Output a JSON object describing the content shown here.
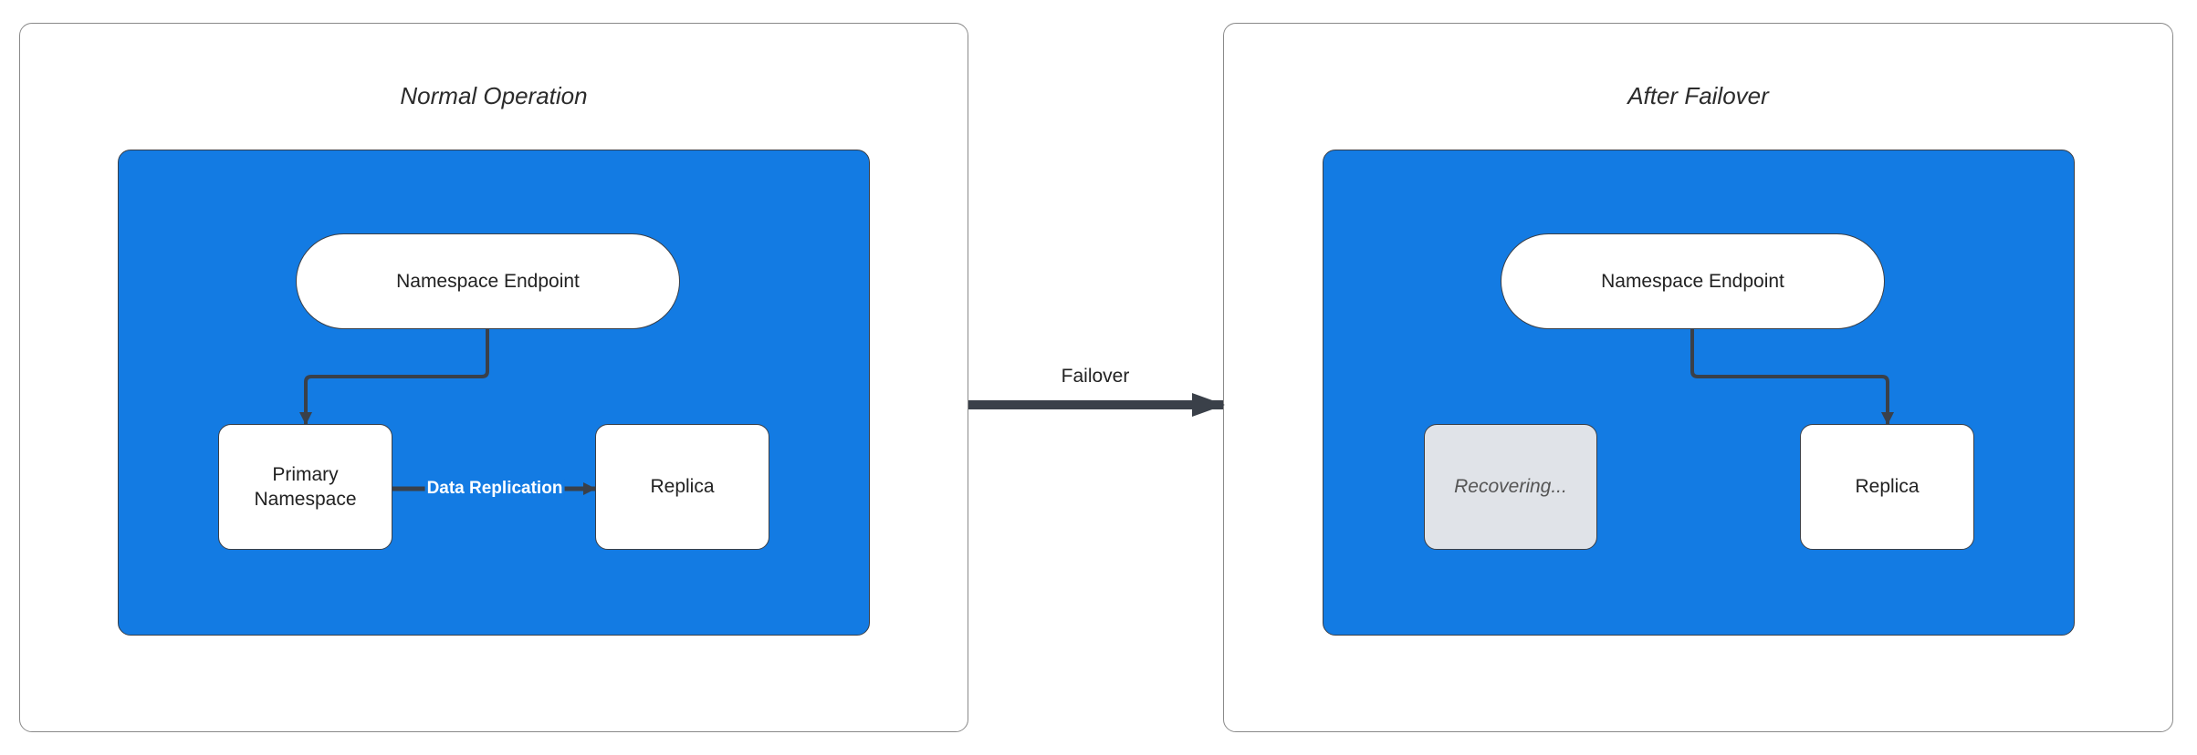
{
  "left_panel": {
    "title": "Normal Operation",
    "endpoint": "Namespace Endpoint",
    "primary": "Primary\nNamespace",
    "replica": "Replica",
    "edge_label": "Data Replication"
  },
  "transition": {
    "label": "Failover"
  },
  "right_panel": {
    "title": "After Failover",
    "endpoint": "Namespace Endpoint",
    "recovering": "Recovering...",
    "replica": "Replica"
  },
  "colors": {
    "container": "#137be3",
    "arrow": "#3a4049",
    "recovering": "#e0e3e8"
  }
}
